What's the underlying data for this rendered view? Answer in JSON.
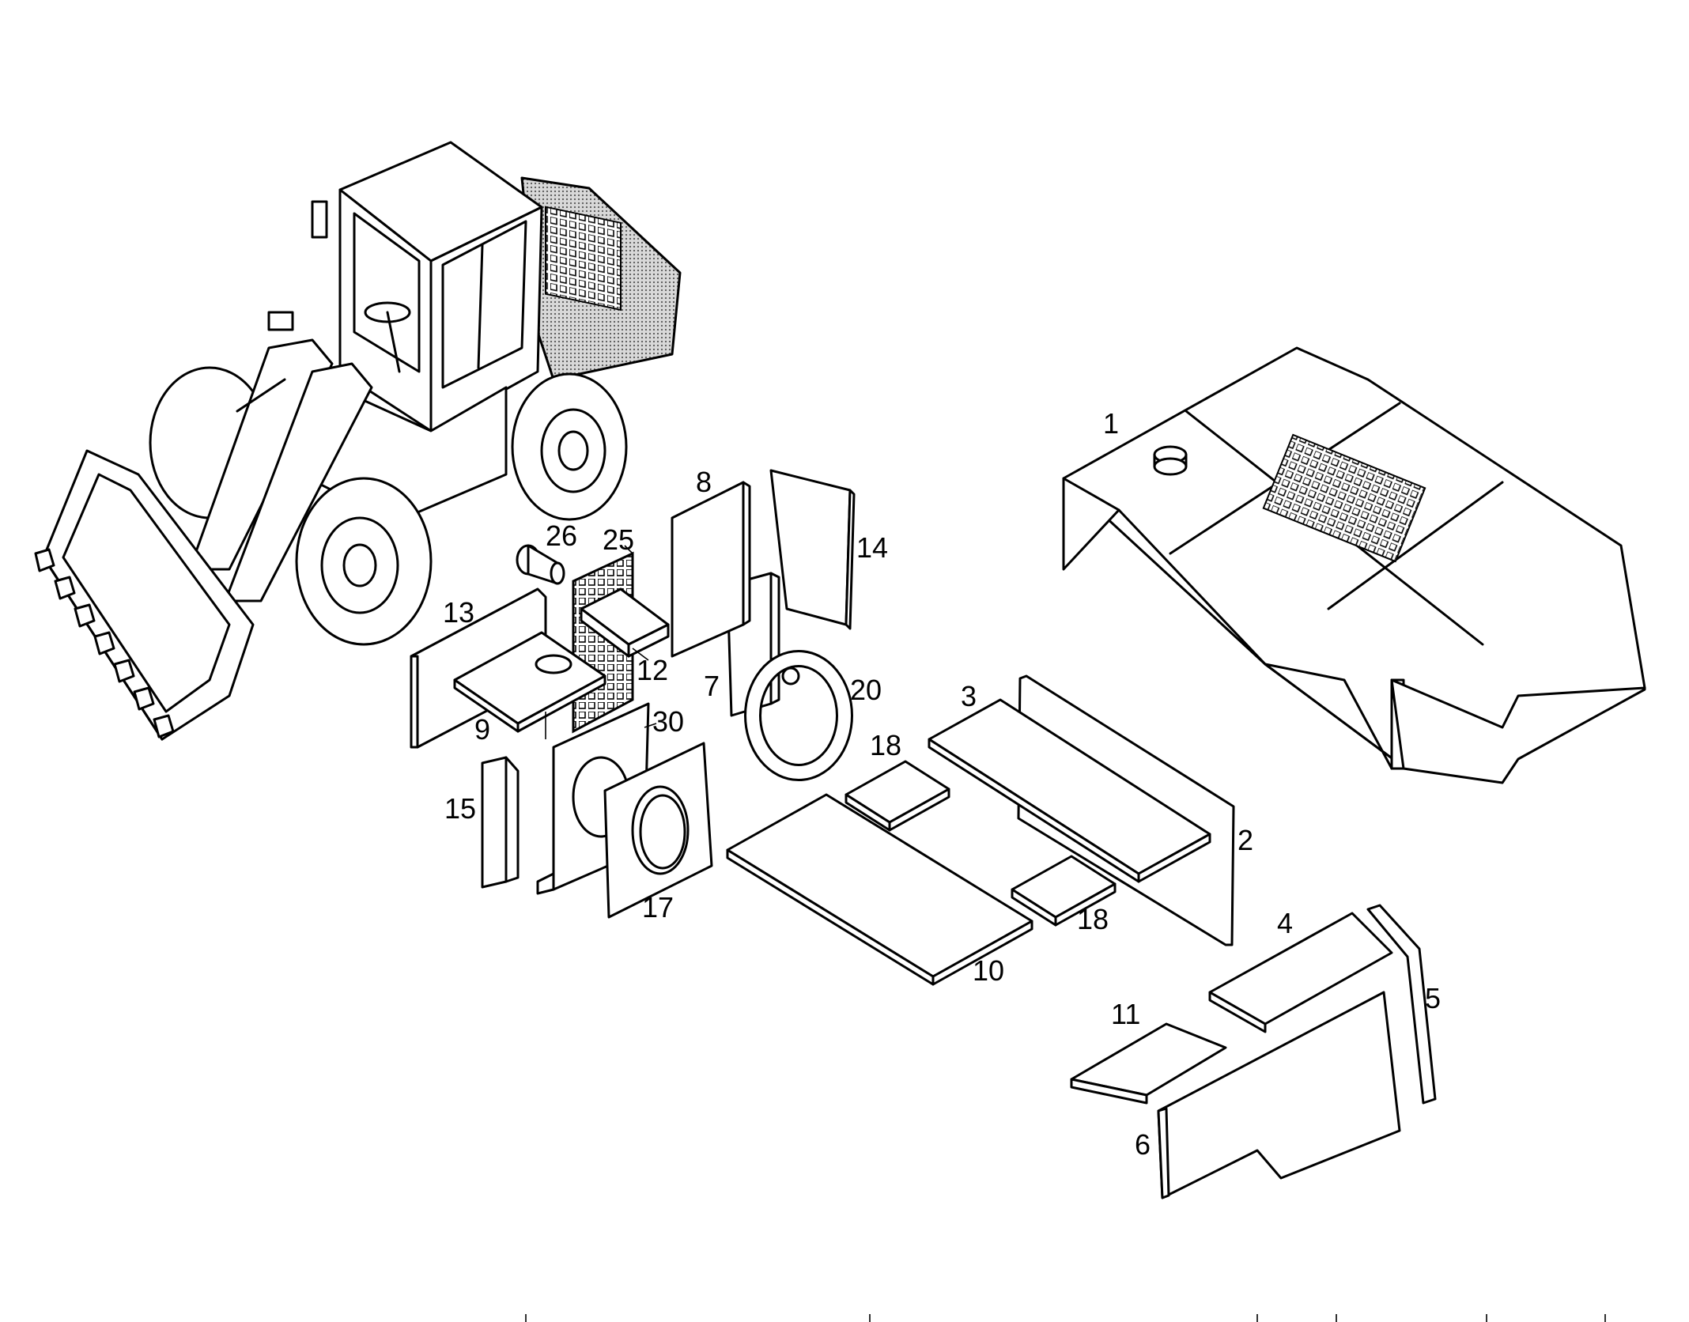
{
  "diagram": {
    "part_labels": [
      {
        "id": "p1",
        "text": "1"
      },
      {
        "id": "p2",
        "text": "2"
      },
      {
        "id": "p3",
        "text": "3"
      },
      {
        "id": "p4",
        "text": "4"
      },
      {
        "id": "p5",
        "text": "5"
      },
      {
        "id": "p6",
        "text": "6"
      },
      {
        "id": "p7",
        "text": "7"
      },
      {
        "id": "p8",
        "text": "8"
      },
      {
        "id": "p9",
        "text": "9"
      },
      {
        "id": "p10",
        "text": "10"
      },
      {
        "id": "p11",
        "text": "11"
      },
      {
        "id": "p12",
        "text": "12"
      },
      {
        "id": "p13",
        "text": "13"
      },
      {
        "id": "p14",
        "text": "14"
      },
      {
        "id": "p15",
        "text": "15"
      },
      {
        "id": "p17",
        "text": "17"
      },
      {
        "id": "p18a",
        "text": "18"
      },
      {
        "id": "p18b",
        "text": "18"
      },
      {
        "id": "p20",
        "text": "20"
      },
      {
        "id": "p25",
        "text": "25"
      },
      {
        "id": "p26",
        "text": "26"
      },
      {
        "id": "p30",
        "text": "30"
      }
    ],
    "colors": {
      "ink": "#000000",
      "paper": "#ffffff",
      "shade": "#9a9a9a"
    },
    "icons": [
      "wheel-loader-illustration",
      "engine-hood-panel",
      "insulation-panels"
    ]
  }
}
